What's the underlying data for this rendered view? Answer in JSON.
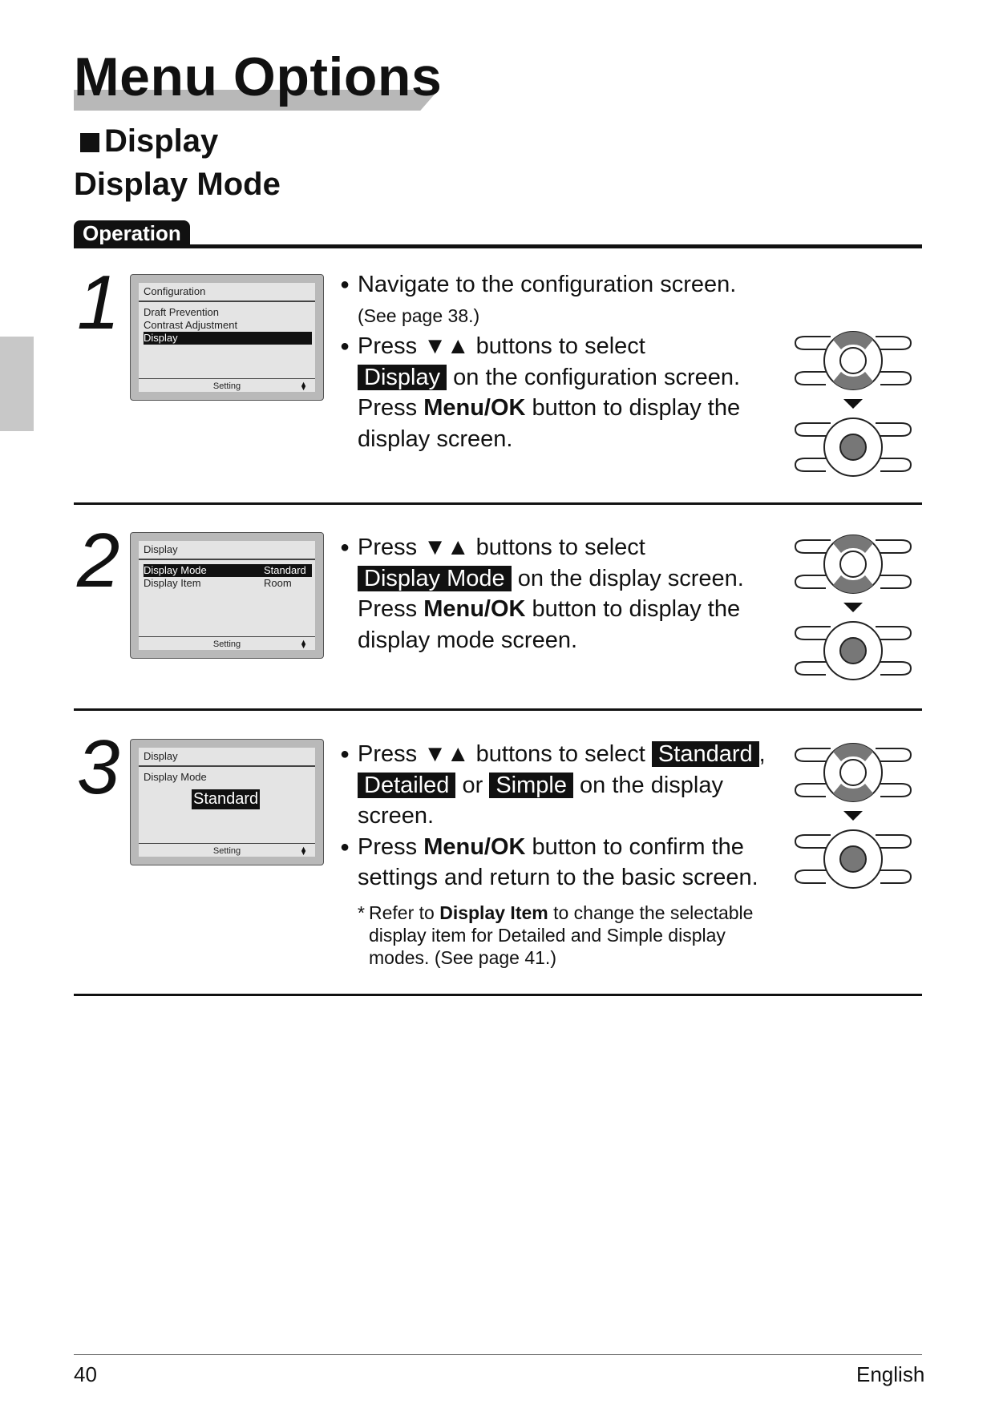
{
  "header": {
    "title": "Menu Options",
    "section": "Display",
    "subsection": "Display Mode",
    "tab": "Operation"
  },
  "steps": [
    {
      "number": "1",
      "screen": {
        "title": "Configuration",
        "rows": [
          {
            "label": "Draft Prevention",
            "value": ""
          },
          {
            "label": "Contrast Adjustment",
            "value": ""
          },
          {
            "label": "Display",
            "value": ""
          }
        ],
        "footer": "Setting"
      },
      "text": {
        "b1": "Navigate to the configuration screen.",
        "b1_sub": "(See page 38.)",
        "b2_pre": "Press",
        "b2_post": "buttons to select",
        "hl1": "Display",
        "l2_post": "on the configuration screen.",
        "l3_pre": "Press",
        "bold": "Menu/OK",
        "l3_post": "button to display the",
        "l4": "display screen."
      }
    },
    {
      "number": "2",
      "screen": {
        "title": "Display",
        "rows": [
          {
            "label": "Display Mode",
            "value": "Standard"
          },
          {
            "label": "Display Item",
            "value": "Room"
          }
        ],
        "footer": "Setting"
      },
      "text": {
        "b1_pre": "Press",
        "b1_post": "buttons to select",
        "hl1": "Display Mode",
        "l2_post": "on the display screen.",
        "l3_pre": "Press",
        "bold": "Menu/OK",
        "l3_post": "button to display the",
        "l4": "display mode screen."
      }
    },
    {
      "number": "3",
      "screen": {
        "title": "Display",
        "subtitle": "Display Mode",
        "big": "Standard",
        "footer": "Setting"
      },
      "text": {
        "b1_pre": "Press",
        "b1_post": "buttons to select",
        "hl1": "Standard",
        "comma": ",",
        "hl2": "Detailed",
        "or": "or",
        "hl3": "Simple",
        "l2_post": "on the display",
        "l3": "screen.",
        "b2_pre": "Press",
        "bold": "Menu/OK",
        "b2_post": "button to confirm the",
        "b2_l2": "settings and return to the basic screen.",
        "note_star": "*",
        "note_pre": "Refer to",
        "note_bold": "Display Item",
        "note_post": "to change the selectable",
        "note_l2": "display item for Detailed and Simple display",
        "note_l3": "modes. (See page 41.)"
      }
    }
  ],
  "footer": {
    "page": "40",
    "language": "English"
  }
}
